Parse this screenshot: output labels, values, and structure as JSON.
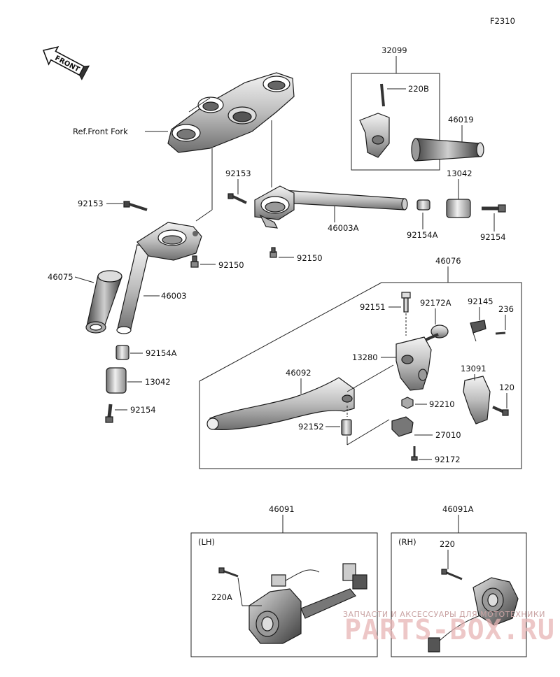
{
  "figure_code": "F2310",
  "front_arrow": "FRONT",
  "ref_text": "Ref.Front Fork",
  "labels": {
    "p32099": "32099",
    "p220B": "220B",
    "p46019": "46019",
    "p13042_r": "13042",
    "p92153_l": "92153",
    "p92153_c": "92153",
    "p46003A": "46003A",
    "p92154A_r": "92154A",
    "p92154_r": "92154",
    "p92150_l": "92150",
    "p92150_c": "92150",
    "p46075": "46075",
    "p46003": "46003",
    "p92154A_l": "92154A",
    "p13042_l": "13042",
    "p92154_l": "92154",
    "p46076": "46076",
    "p92151": "92151",
    "p92172A": "92172A",
    "p92145": "92145",
    "p236": "236",
    "p13280": "13280",
    "p46092": "46092",
    "p13091": "13091",
    "p120": "120",
    "p92210": "92210",
    "p92152": "92152",
    "p27010": "27010",
    "p92172": "92172",
    "p46091": "46091",
    "p46091A": "46091A",
    "p220A": "220A",
    "p220": "220"
  },
  "side_lh": "(LH)",
  "side_rh": "(RH)",
  "watermark": {
    "line1": "ЗАПЧАСТИ И АКСЕССУАРЫ ДЛЯ МОТОТЕХНИКИ",
    "line2": "PARTS-BOX.RU"
  }
}
